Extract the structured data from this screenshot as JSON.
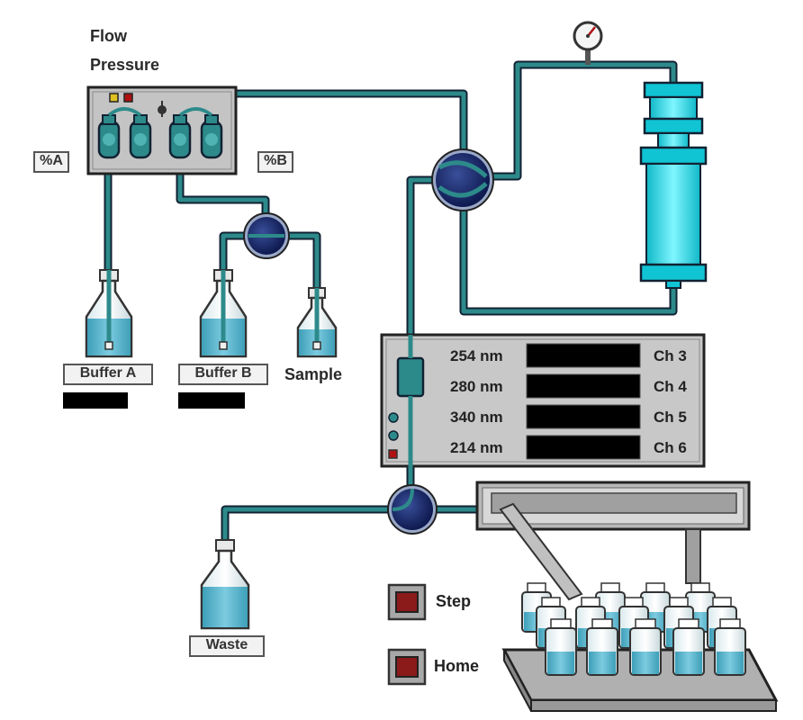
{
  "flow_label": "Flow",
  "pressure_label": "Pressure",
  "pump": {
    "percent_a_label": "%A",
    "percent_b_label": "%B"
  },
  "reservoirs": {
    "buffer_a": "Buffer A",
    "buffer_b": "Buffer B",
    "sample": "Sample",
    "waste": "Waste"
  },
  "detector": {
    "channels": [
      {
        "wavelength": "254 nm",
        "channel": "Ch 3"
      },
      {
        "wavelength": "280 nm",
        "channel": "Ch 4"
      },
      {
        "wavelength": "340 nm",
        "channel": "Ch 5"
      },
      {
        "wavelength": "214 nm",
        "channel": "Ch 6"
      }
    ]
  },
  "fraction_collector": {
    "step_label": "Step",
    "home_label": "Home"
  },
  "colors": {
    "tubing": "#2d8a8a",
    "liquid": "#5bb8d0",
    "valve": "#1a2a6a",
    "column": "#22e0f0",
    "panel": "#c8c8c8",
    "display": "#000000",
    "button": "#8b1a1a"
  }
}
